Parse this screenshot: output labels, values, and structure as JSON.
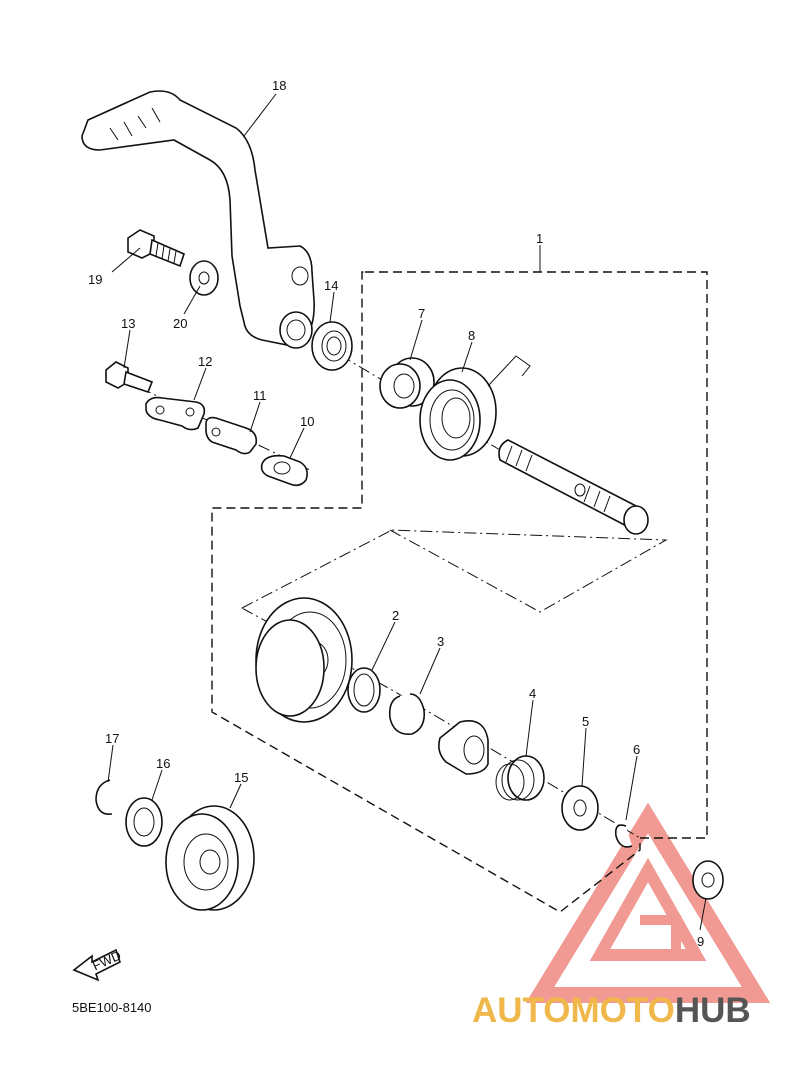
{
  "diagram": {
    "code": "5BE100-8140",
    "fwd_label": "FWD",
    "callouts": [
      "1",
      "2",
      "3",
      "4",
      "5",
      "6",
      "7",
      "8",
      "9",
      "10",
      "11",
      "12",
      "13",
      "14",
      "15",
      "16",
      "17",
      "18",
      "19",
      "20"
    ]
  },
  "watermark": {
    "part_a": "AUTOMOTO",
    "part_b": "HUB",
    "color_a": "#f0b84a",
    "color_b": "#555555",
    "logo_color": "#e5483b"
  }
}
